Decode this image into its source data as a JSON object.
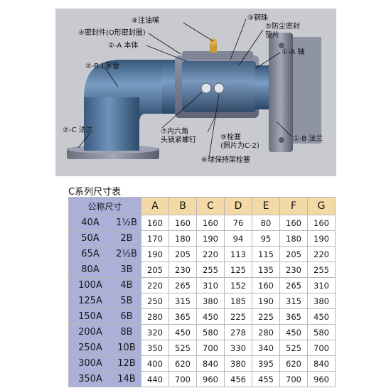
{
  "figure": {
    "labels": {
      "grease_nipple": "⑧注油嘴",
      "steel_ball": "③钢珠",
      "dust_seal": "⑤防尘密封\n垫片",
      "o_ring": "④密封件(O形密封圈)",
      "body": "②-A 本体",
      "shaft": "①-A 轴",
      "l_pipe": "②-B L字管",
      "flange_c": "②-C 法兰",
      "hex_screw": "⑦内六角\n头锁紧螺钉",
      "plug": "⑨栓塞\n(照片为C-2)",
      "ball_plug": "⑥球保持架栓塞",
      "flange_b": "①-B 法兰"
    }
  },
  "table": {
    "title": "C系列尺寸表",
    "size_header": "公称尺寸",
    "columns": [
      "A",
      "B",
      "C",
      "D",
      "E",
      "F",
      "G"
    ],
    "rows": [
      {
        "a": "40A",
        "b": "1½B",
        "v": [
          "160",
          "160",
          "160",
          "76",
          "80",
          "160",
          "160"
        ]
      },
      {
        "a": "50A",
        "b": "2B",
        "v": [
          "170",
          "180",
          "190",
          "94",
          "95",
          "180",
          "190"
        ]
      },
      {
        "a": "65A",
        "b": "2½B",
        "v": [
          "190",
          "205",
          "220",
          "113",
          "115",
          "205",
          "220"
        ]
      },
      {
        "a": "80A",
        "b": "3B",
        "v": [
          "205",
          "230",
          "255",
          "125",
          "135",
          "230",
          "255"
        ]
      },
      {
        "a": "100A",
        "b": "4B",
        "v": [
          "220",
          "265",
          "310",
          "152",
          "160",
          "265",
          "310"
        ]
      },
      {
        "a": "125A",
        "b": "5B",
        "v": [
          "250",
          "315",
          "380",
          "185",
          "190",
          "315",
          "380"
        ]
      },
      {
        "a": "150A",
        "b": "6B",
        "v": [
          "280",
          "365",
          "450",
          "225",
          "225",
          "365",
          "450"
        ]
      },
      {
        "a": "200A",
        "b": "8B",
        "v": [
          "320",
          "450",
          "580",
          "278",
          "280",
          "450",
          "580"
        ]
      },
      {
        "a": "250A",
        "b": "10B",
        "v": [
          "350",
          "525",
          "700",
          "330",
          "340",
          "525",
          "700"
        ]
      },
      {
        "a": "300A",
        "b": "12B",
        "v": [
          "400",
          "620",
          "840",
          "380",
          "395",
          "620",
          "840"
        ]
      },
      {
        "a": "350A",
        "b": "14B",
        "v": [
          "440",
          "700",
          "960",
          "456",
          "455",
          "700",
          "960"
        ]
      }
    ]
  }
}
